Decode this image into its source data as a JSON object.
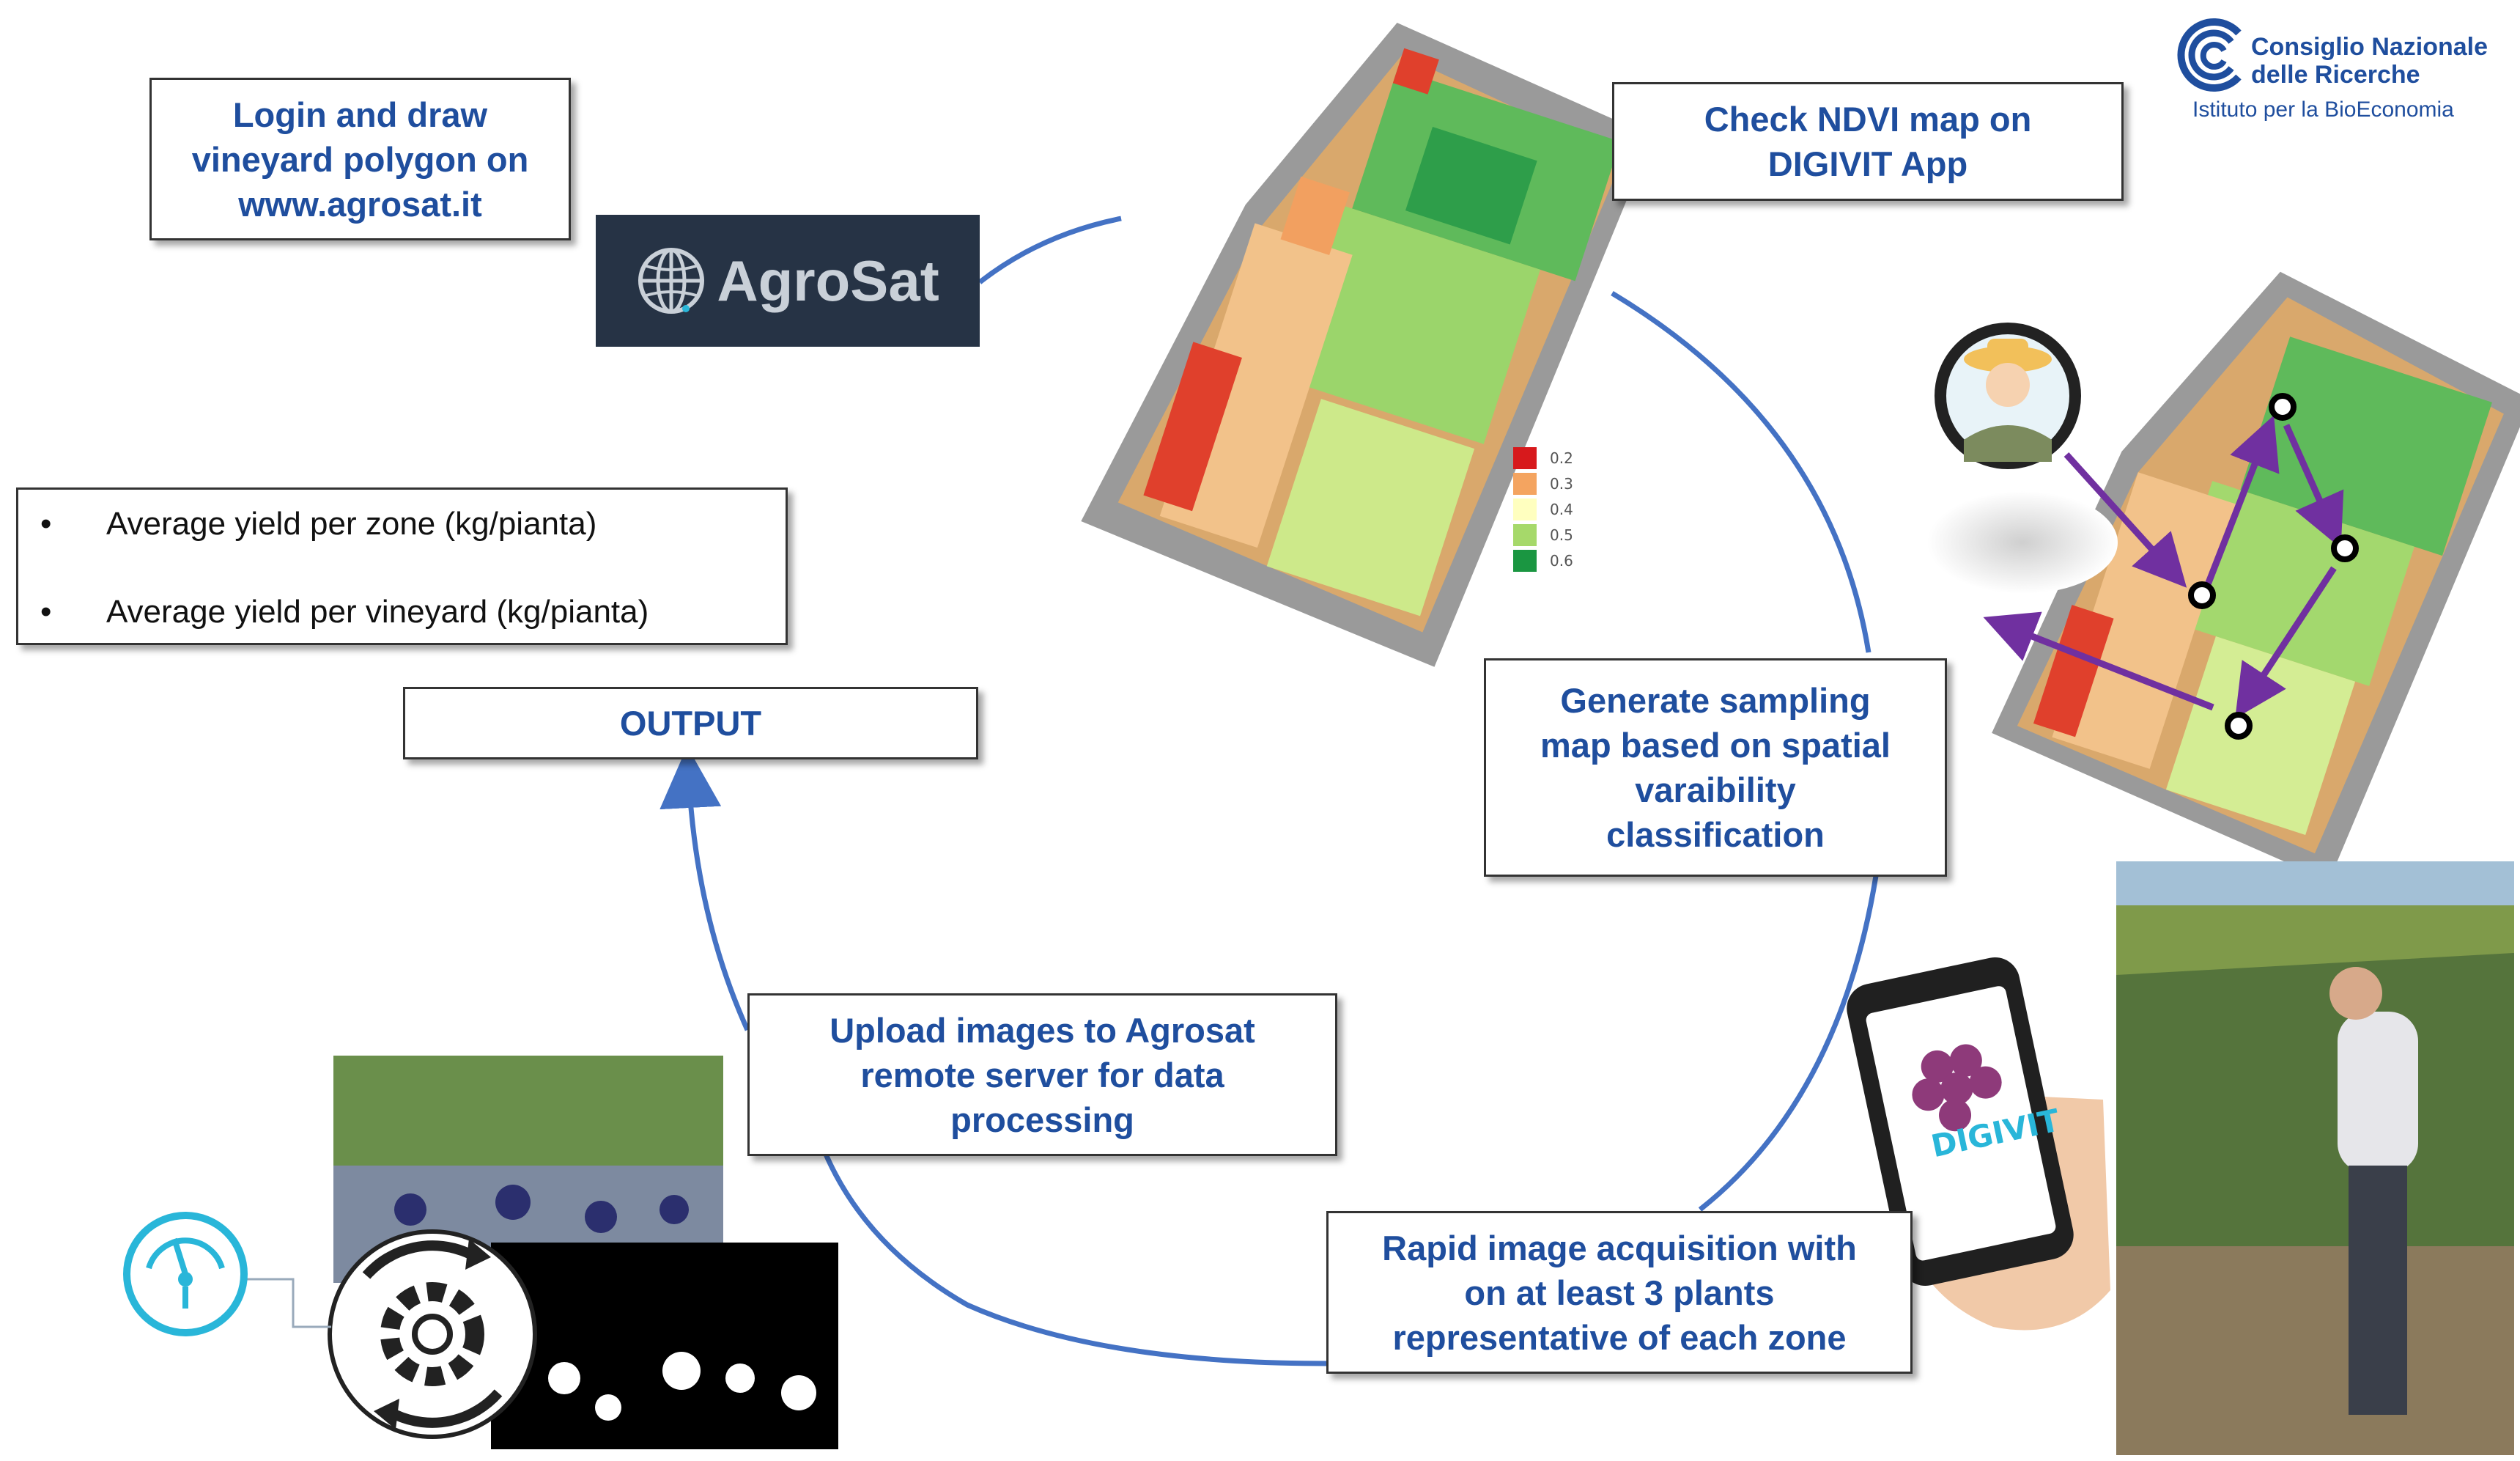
{
  "steps": {
    "login": "Login and draw\nvineyard polygon on\nwww.agrosat.it",
    "check_ndvi": "Check NDVI map on\nDIGIVIT App",
    "generate_sampling": "Generate sampling\nmap based on spatial\nvaraibility\nclassification",
    "rapid_acquisition": "Rapid image acquisition with\non at least 3 plants\nrepresentative of each zone",
    "upload": "Upload images to Agrosat\nremote server for data\nprocessing",
    "output": "OUTPUT"
  },
  "output_list": [
    "Average yield per zone (kg/pianta)",
    "Average yield per vineyard (kg/pianta)"
  ],
  "bullet_char": "•",
  "agrosat_logo": {
    "text": "AgroSat",
    "icon": "globe-icon"
  },
  "cnr_logo": {
    "line1": "Consiglio Nazionale",
    "line2": "delle Ricerche",
    "line3": "Istituto per la BioEconomia"
  },
  "ndvi_legend": {
    "values": [
      "0.2",
      "0.3",
      "0.4",
      "0.5",
      "0.6"
    ],
    "colors": [
      "#d7191c",
      "#f4a460",
      "#ffffbf",
      "#a6d96a",
      "#1a9641"
    ]
  },
  "app_name": "DIGIVIT",
  "colors": {
    "step_text": "#1f4e9e",
    "cycle_arrow": "#4472c4",
    "sampling_arrow": "#7030a0",
    "agrosat_bg": "#263345",
    "gauge": "#29b6d9"
  }
}
